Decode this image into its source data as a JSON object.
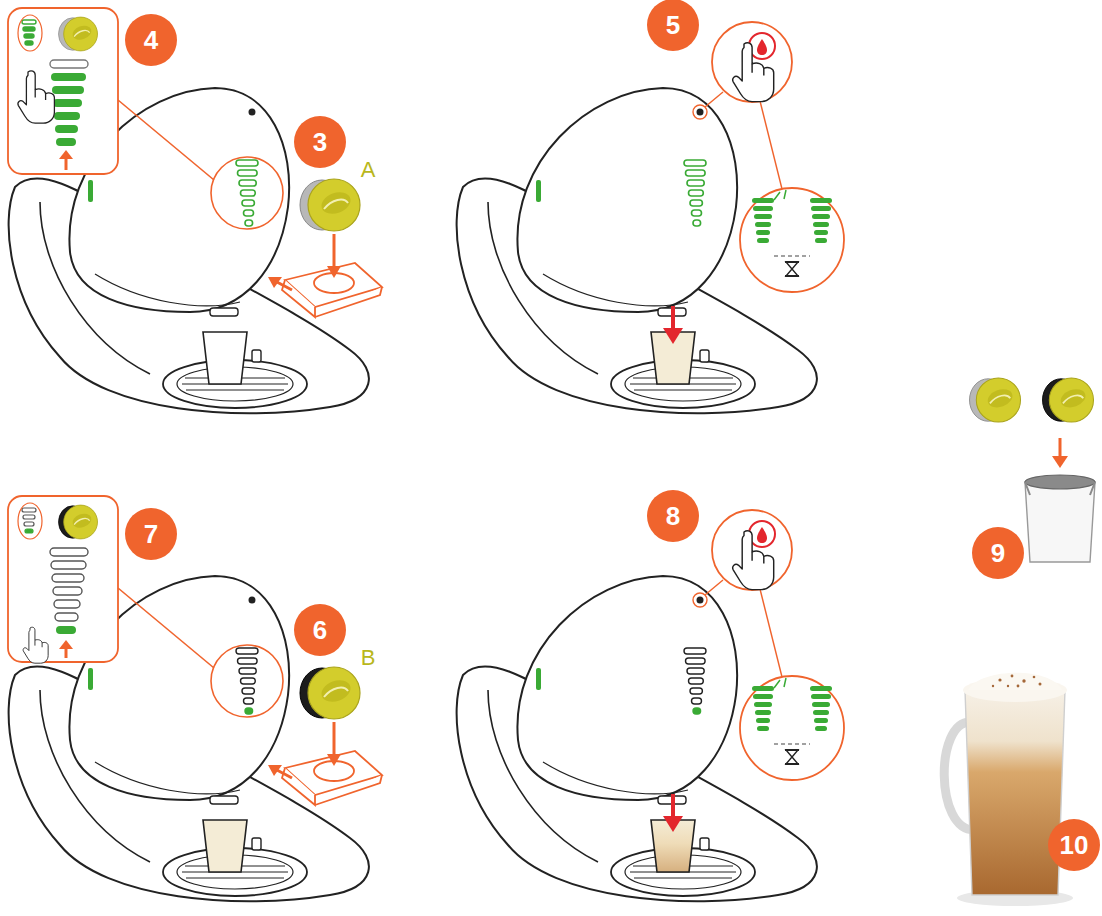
{
  "diagram": {
    "labels": [
      "4",
      "3",
      "A",
      "5",
      "9",
      "7",
      "6",
      "B",
      "8",
      "10"
    ]
  }
}
